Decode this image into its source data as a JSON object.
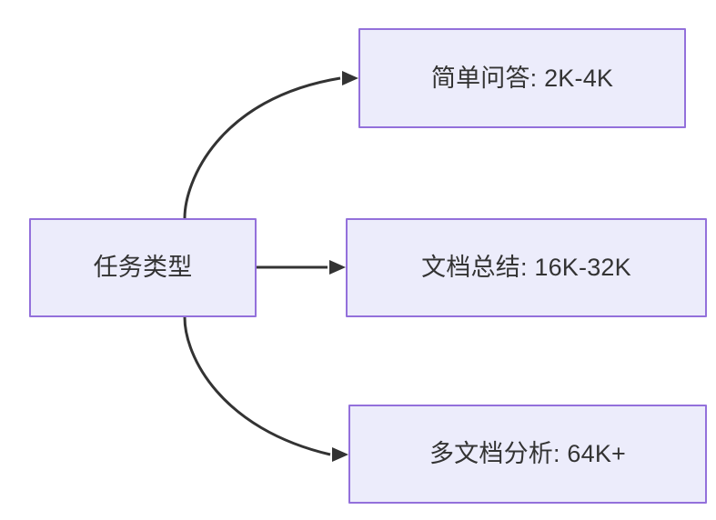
{
  "diagram": {
    "type": "flowchart",
    "direction": "left-to-right",
    "background_color": "#ffffff",
    "node_fill_color": "#ececfb",
    "node_border_color": "#9370db",
    "text_color": "#333333",
    "edge_color": "#333333",
    "nodes": [
      {
        "id": "source",
        "label": "任务类型",
        "role": "root"
      },
      {
        "id": "simple-qa",
        "label": "简单问答: 2K-4K",
        "role": "leaf"
      },
      {
        "id": "doc-summary",
        "label": "文档总结: 16K-32K",
        "role": "leaf"
      },
      {
        "id": "multi-doc",
        "label": "多文档分析: 64K+",
        "role": "leaf"
      }
    ],
    "edges": [
      {
        "id": "edge-source-to-simple-qa",
        "from": "source",
        "to": "simple-qa",
        "label": "",
        "style": "curved-arrow"
      },
      {
        "id": "edge-source-to-doc-summary",
        "from": "source",
        "to": "doc-summary",
        "label": "",
        "style": "straight-arrow"
      },
      {
        "id": "edge-source-to-multi-doc",
        "from": "source",
        "to": "multi-doc",
        "label": "",
        "style": "curved-arrow"
      }
    ]
  }
}
